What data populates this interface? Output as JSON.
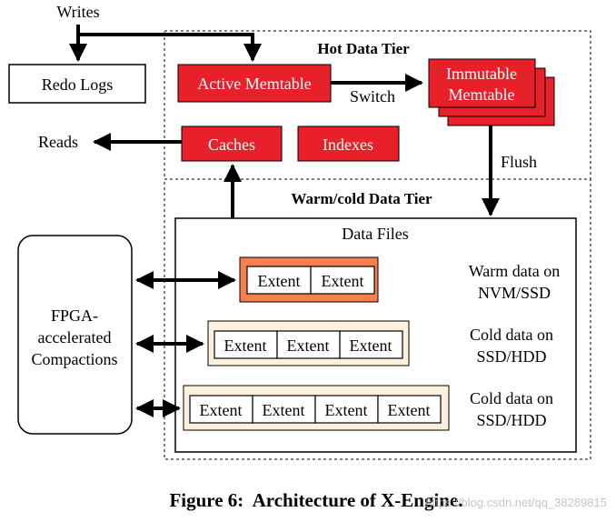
{
  "labels": {
    "writes": "Writes",
    "reads": "Reads",
    "redo_logs": "Redo Logs",
    "hot_tier_title": "Hot Data Tier",
    "warm_cold_tier_title": "Warm/cold Data Tier",
    "active_memtable": "Active Memtable",
    "switch": "Switch",
    "immutable_memtable_line1": "Immutable",
    "immutable_memtable_line2": "Memtable",
    "caches": "Caches",
    "indexes": "Indexes",
    "flush": "Flush",
    "data_files": "Data Files",
    "fpga_line1": "FPGA-",
    "fpga_line2": "accelerated",
    "fpga_line3": "Compactions",
    "extent": "Extent",
    "warm_line1": "Warm data on",
    "warm_line2": "NVM/SSD",
    "cold1_line1": "Cold data on",
    "cold1_line2": "SSD/HDD",
    "cold2_line1": "Cold data on",
    "cold2_line2": "SSD/HDD"
  },
  "caption": "Figure 6:  Architecture of X-Engine.",
  "watermark": "https://blog.csdn.net/qq_38289815",
  "colors": {
    "hot_red": "#e8202a",
    "warm_extent_fill": "#f5804e",
    "cold_extent_fill": "#fdf0dc",
    "line": "#000000"
  }
}
